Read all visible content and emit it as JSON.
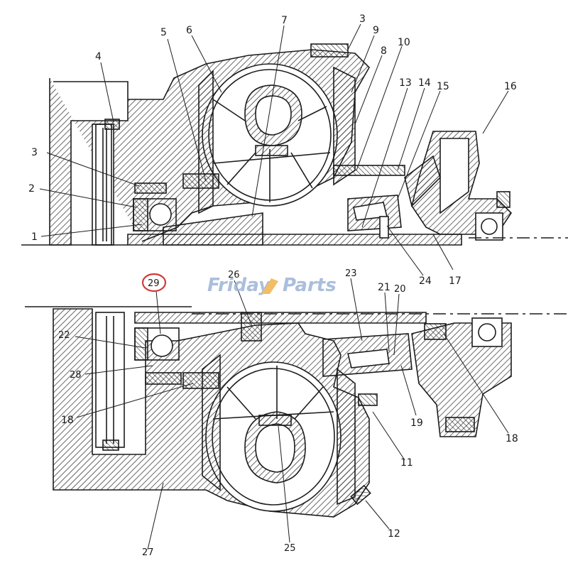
{
  "watermark": {
    "part1": "Friday",
    "part2": "Parts",
    "color_primary": "#9db3d6",
    "color_accent": "#f0b24a"
  },
  "highlight": {
    "label": "29",
    "ring_color": "#d23a3a"
  },
  "top_callouts": [
    "4",
    "5",
    "6",
    "7",
    "3",
    "9",
    "8",
    "10",
    "13",
    "14",
    "15",
    "16",
    "3",
    "2",
    "1",
    "24",
    "17"
  ],
  "bottom_callouts": [
    "26",
    "23",
    "21",
    "20",
    "22",
    "28",
    "18",
    "19",
    "18",
    "11",
    "12",
    "25",
    "27"
  ],
  "line_color": "#1c1c1c",
  "hatch_color": "#2a2a2a"
}
